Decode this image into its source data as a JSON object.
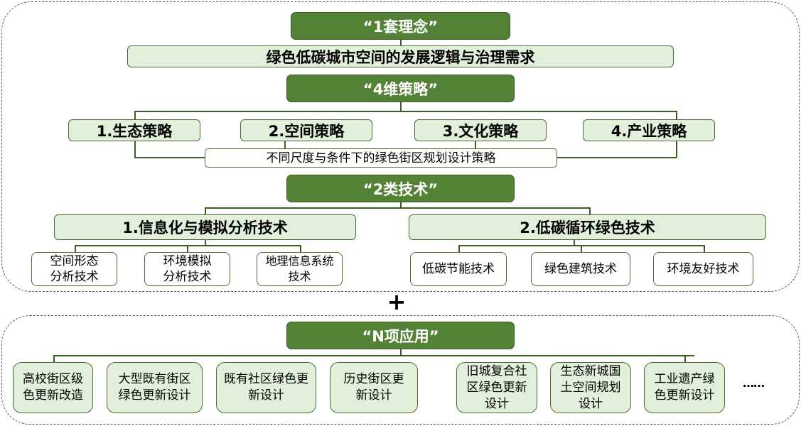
{
  "concept": {
    "header": "“1套理念”",
    "subtitle": "绿色低碳城市空间的发展逻辑与治理需求"
  },
  "strategy": {
    "header": "“4维策略”",
    "items": [
      "1.生态策略",
      "2.空间策略",
      "3.文化策略",
      "4.产业策略"
    ],
    "summary": "不同尺度与条件下的绿色街区规划设计策略"
  },
  "technology": {
    "header": "“2类技术”",
    "categories": [
      {
        "label": "1.信息化与模拟分析技术",
        "items": [
          {
            "line1": "空间形态",
            "line2": "分析技术"
          },
          {
            "line1": "环境模拟",
            "line2": "分析技术"
          },
          {
            "line1": "地理信息系统",
            "line2": "技术"
          }
        ]
      },
      {
        "label": "2.低碳循环绿色技术",
        "items": [
          {
            "line1": "低碳节能技术"
          },
          {
            "line1": "绿色建筑技术"
          },
          {
            "line1": "环境友好技术"
          }
        ]
      }
    ]
  },
  "plus_symbol": "+",
  "applications": {
    "header": "“N项应用”",
    "items": [
      {
        "line1": "高校街区级",
        "line2": "色更新改造"
      },
      {
        "line1": "大型既有街区",
        "line2": "绿色更新设计"
      },
      {
        "line1": "既有社区绿色更",
        "line2": "新设计"
      },
      {
        "line1": "历史街区更",
        "line2": "新设计"
      },
      {
        "line1": "旧城复合社",
        "line2": "区绿色更新",
        "line3": "设计"
      },
      {
        "line1": "生态新城国",
        "line2": "土空间规划",
        "line3": "设计"
      },
      {
        "line1": "工业遗产绿",
        "line2": "色更新设计"
      }
    ],
    "ellipsis": "……"
  },
  "colors": {
    "dark_green": "#538135",
    "light_green": "#e2efda",
    "border_green": "#4f6a3a"
  }
}
